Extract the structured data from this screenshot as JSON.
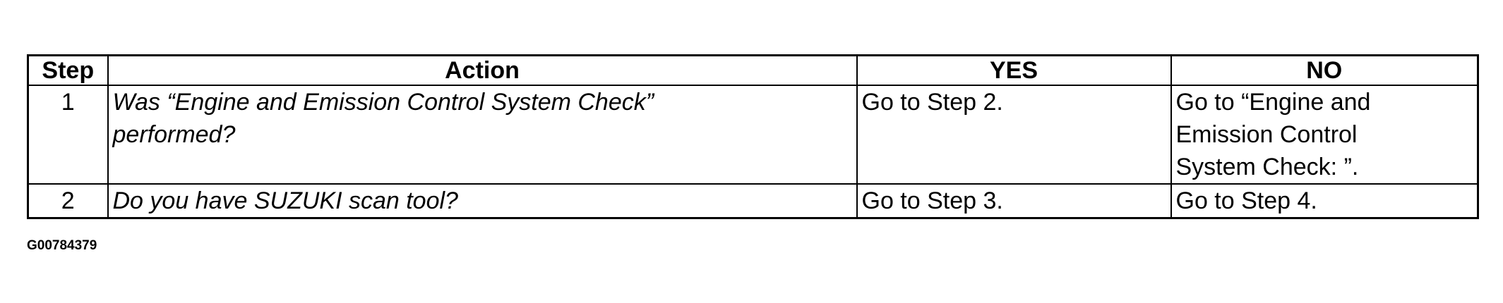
{
  "table": {
    "headers": {
      "step": "Step",
      "action": "Action",
      "yes": "YES",
      "no": "NO"
    },
    "rows": [
      {
        "step": "1",
        "action": "Was “Engine and Emission Control System Check” performed?",
        "yes": "Go to Step 2.",
        "no": "Go to “Engine and Emission Control System Check: ”."
      },
      {
        "step": "2",
        "action": "Do you have SUZUKI scan tool?",
        "yes": "Go to Step 3.",
        "no": "Go to Step 4."
      }
    ]
  },
  "figure_id": "G00784379"
}
